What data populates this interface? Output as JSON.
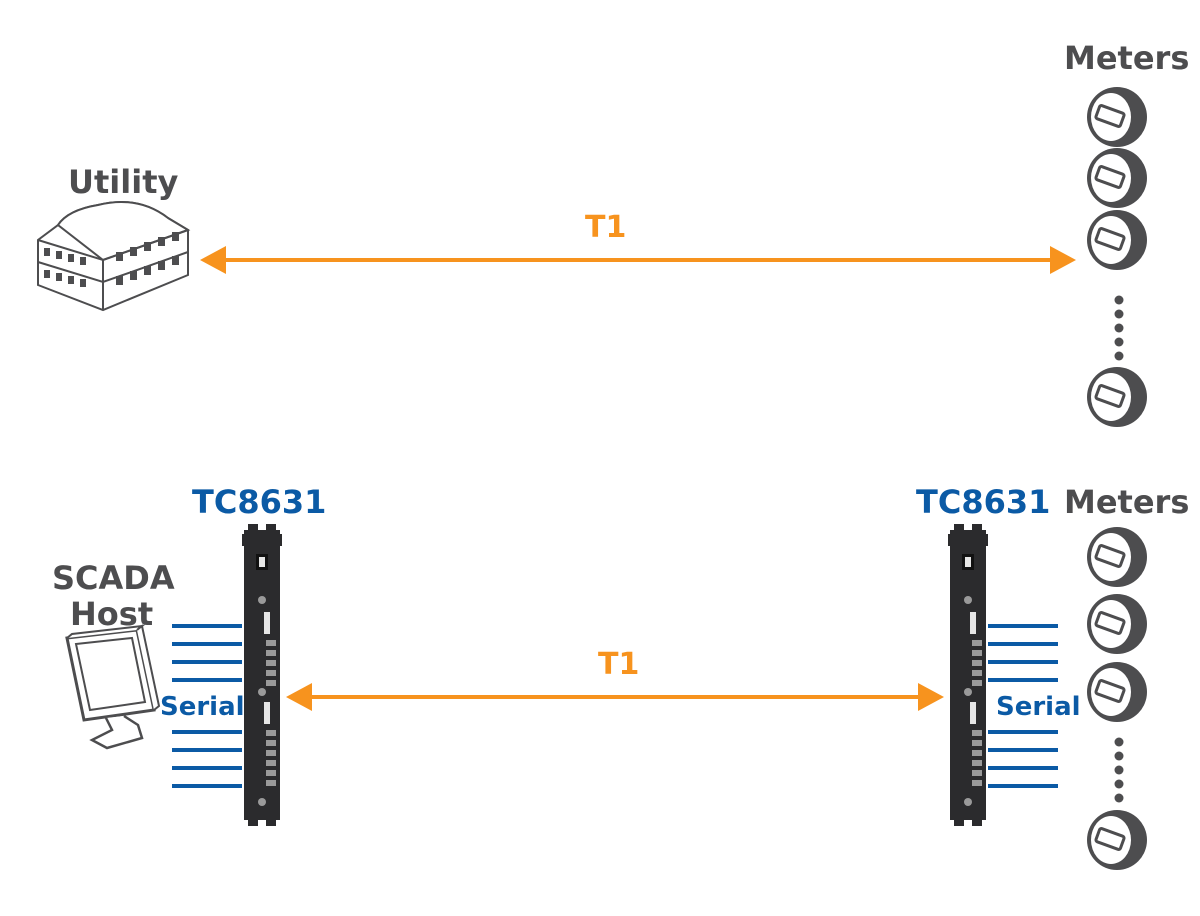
{
  "colors": {
    "arrow": "#f7931e",
    "serial_lines": "#0b5aa5",
    "device_label": "#0b5aa5",
    "heading_label": "#4d4d4f",
    "meter_body": "#4d4d4f",
    "device_body": "#2b2b2d"
  },
  "top_scenario": {
    "source_label": "Utility",
    "source_icon": "building-icon",
    "link_label": "T1",
    "dest_label": "Meters",
    "dest_icon": "meter-icon"
  },
  "bottom_scenario": {
    "host_label_line1": "SCADA",
    "host_label_line2": "Host",
    "host_icon": "computer-monitor-icon",
    "left_device_label": "TC8631",
    "right_device_label": "TC8631",
    "link_label": "T1",
    "left_serial_label": "Serial",
    "right_serial_label": "Serial",
    "dest_label": "Meters",
    "dest_icon": "meter-icon"
  }
}
